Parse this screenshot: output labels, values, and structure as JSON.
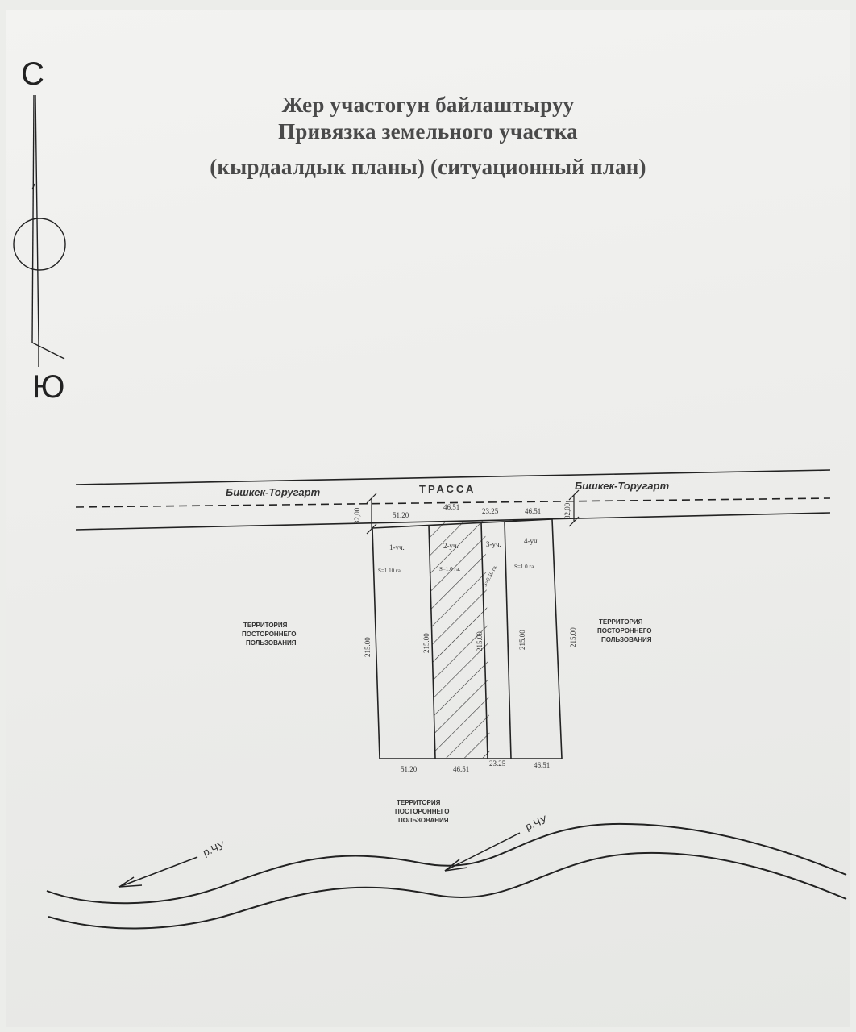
{
  "title": {
    "line1": "Жер участогун байлаштыруу",
    "line2": "Привязка земельного участка",
    "line3": "(кырдаалдык планы) (ситуационный план)"
  },
  "compass": {
    "north": "С",
    "south": "Ю"
  },
  "road": {
    "left_name": "Бишкек-Торугарт",
    "center_name": "ТРАССА",
    "right_name": "Бишкек-Торугарт",
    "width_left": "32,00",
    "width_right": "32,00"
  },
  "top_dims": [
    "51.20",
    "46.51",
    "23.25",
    "46.51"
  ],
  "bottom_dims": [
    "51.20",
    "46.51",
    "23.25",
    "46.51"
  ],
  "plots": [
    {
      "label": "1-уч.",
      "area": "S=1.10 га.",
      "length": "215.00",
      "hatched": false
    },
    {
      "label": "2-уч.",
      "area": "S=1.0 га.",
      "length": "215.00",
      "hatched": true
    },
    {
      "label": "3-уч.",
      "area": "S=0.50 га.",
      "length": "215.00",
      "hatched": false
    },
    {
      "label": "4-уч.",
      "area": "S=1.0 га.",
      "length": "215.00",
      "hatched": false
    }
  ],
  "side_lengths": {
    "left": "215.00",
    "right": "215.00"
  },
  "territory": {
    "line1": "ТЕРРИТОРИЯ",
    "line2": "ПОСТОРОННЕГО",
    "line3": "ПОЛЬЗОВАНИЯ"
  },
  "river": {
    "label_left": "р.ЧУ",
    "label_right": "р.ЧУ"
  },
  "colors": {
    "ink": "#222222",
    "paper": "#efefec",
    "title": "#4a4a4a"
  }
}
